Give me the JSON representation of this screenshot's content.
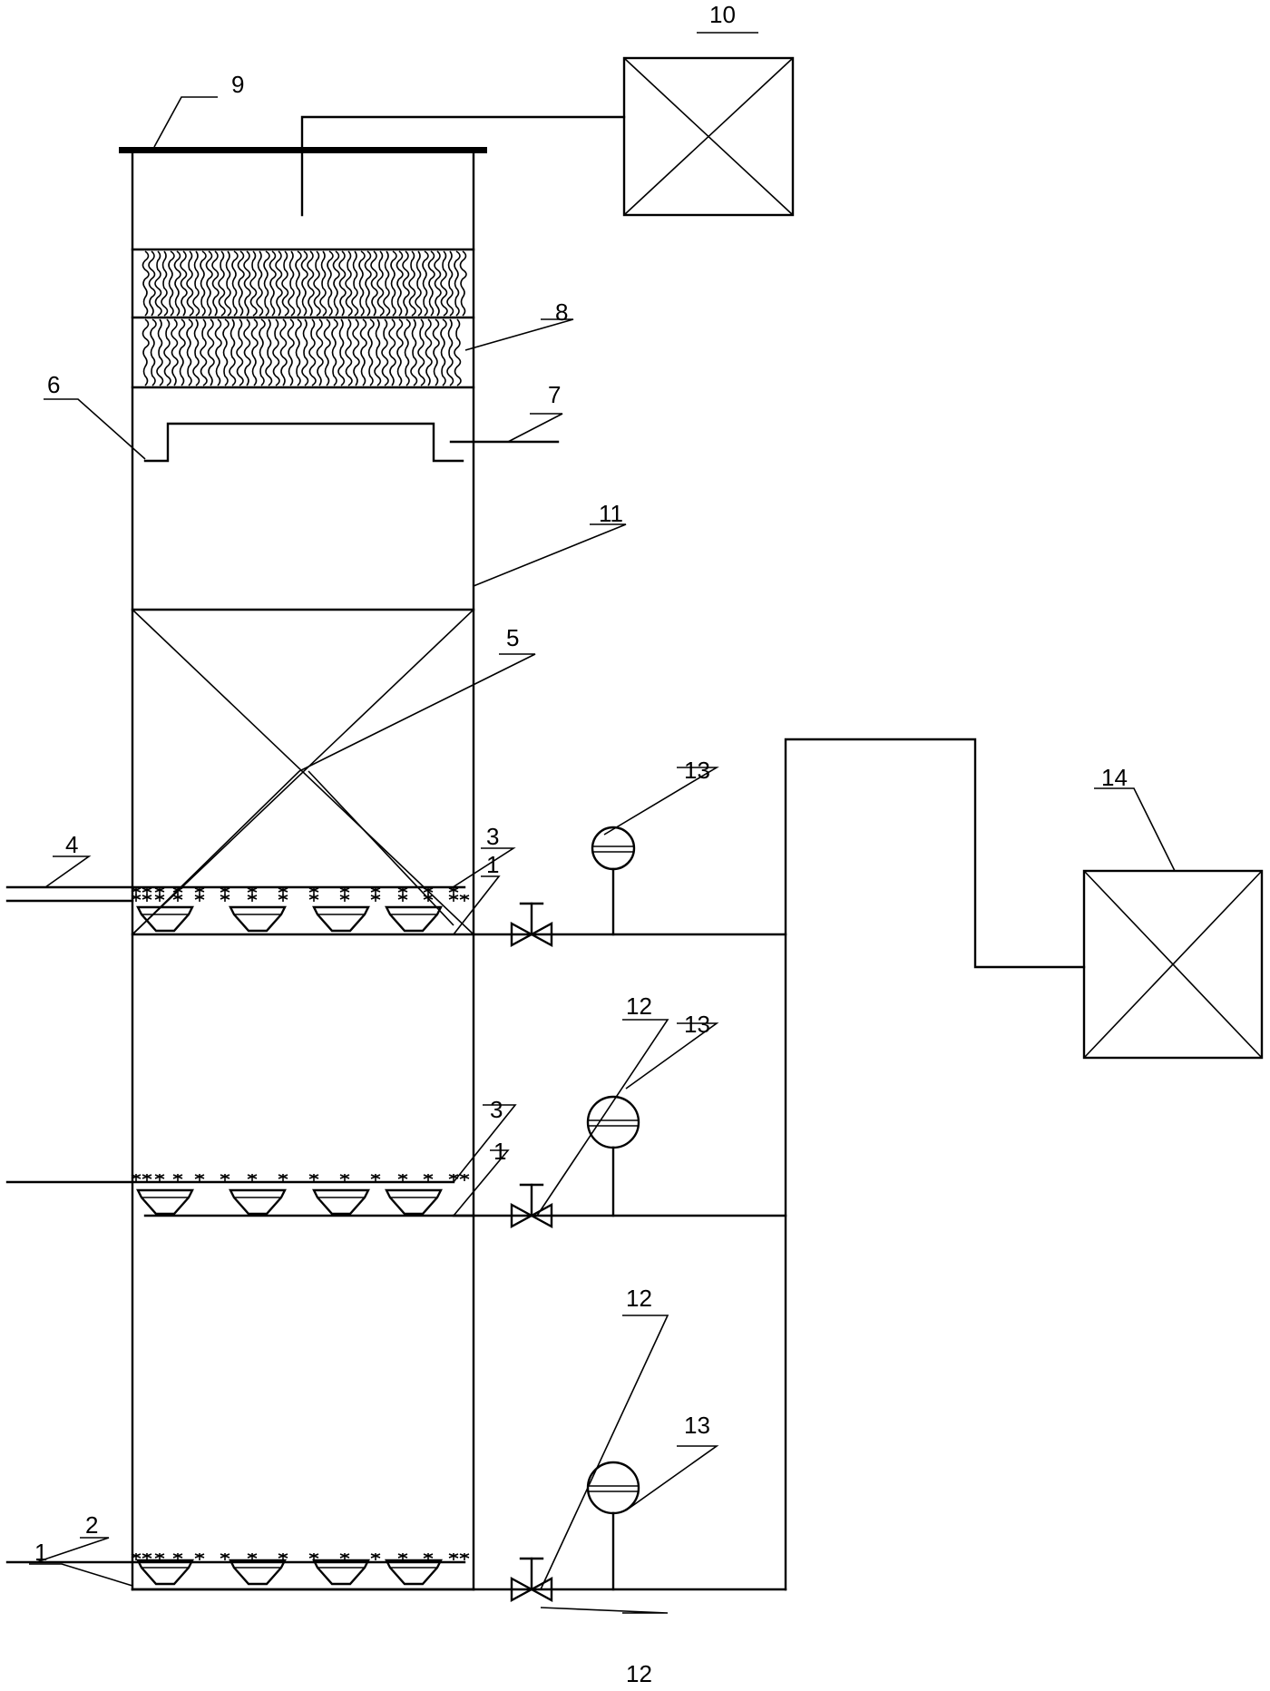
{
  "labels": {
    "n1a": "1",
    "n1b": "1",
    "n1c": "1",
    "n2": "2",
    "n3a": "3",
    "n3b": "3",
    "n4": "4",
    "n5": "5",
    "n6": "6",
    "n7": "7",
    "n8": "8",
    "n9": "9",
    "n10": "10",
    "n11": "11",
    "n12a": "12",
    "n12b": "12",
    "n12c": "12",
    "n13a": "13",
    "n13b": "13",
    "n13c": "13",
    "n14": "14"
  },
  "colors": {
    "line": "#000000",
    "background": "#ffffff"
  }
}
